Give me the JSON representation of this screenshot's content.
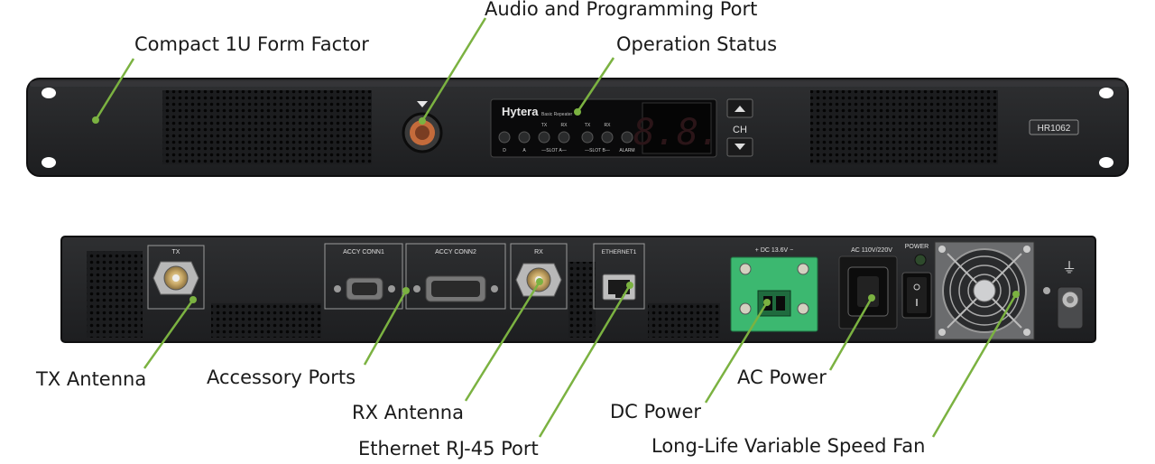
{
  "callouts": {
    "compact": "Compact 1U Form Factor",
    "audio_port": "Audio and Programming Port",
    "operation_status": "Operation Status",
    "tx_antenna": "TX Antenna",
    "accessory_ports": "Accessory Ports",
    "rx_antenna": "RX Antenna",
    "ethernet_port": "Ethernet RJ-45 Port",
    "dc_power": "DC Power",
    "ac_power": "AC Power",
    "fan": "Long-Life Variable Speed Fan"
  },
  "front_panel": {
    "brand": "Hytera",
    "brand_sub": "Basic Repeater",
    "model": "HR1062",
    "display": "8.8.",
    "channel_label": "CH",
    "led_labels_top": [
      "TX",
      "RX",
      "TX",
      "RX"
    ],
    "led_labels_bottom": [
      "D",
      "A",
      "—SLOT A—",
      "—SLOT B—",
      "ALARM"
    ]
  },
  "rear_panel": {
    "tx_label": "TX",
    "accy1_label": "ACCY CONN1",
    "accy2_label": "ACCY CONN2",
    "rx_label": "RX",
    "ethernet_label": "ETHERNET1",
    "dc_label": "+  DC 13.6V  −",
    "ac_label": "AC  110V/220V",
    "power_label": "POWER",
    "ground_symbol": "⏚"
  },
  "colors": {
    "leader_line": "#7bb241",
    "chassis": "#232426",
    "dc_terminal": "#3cb870"
  }
}
